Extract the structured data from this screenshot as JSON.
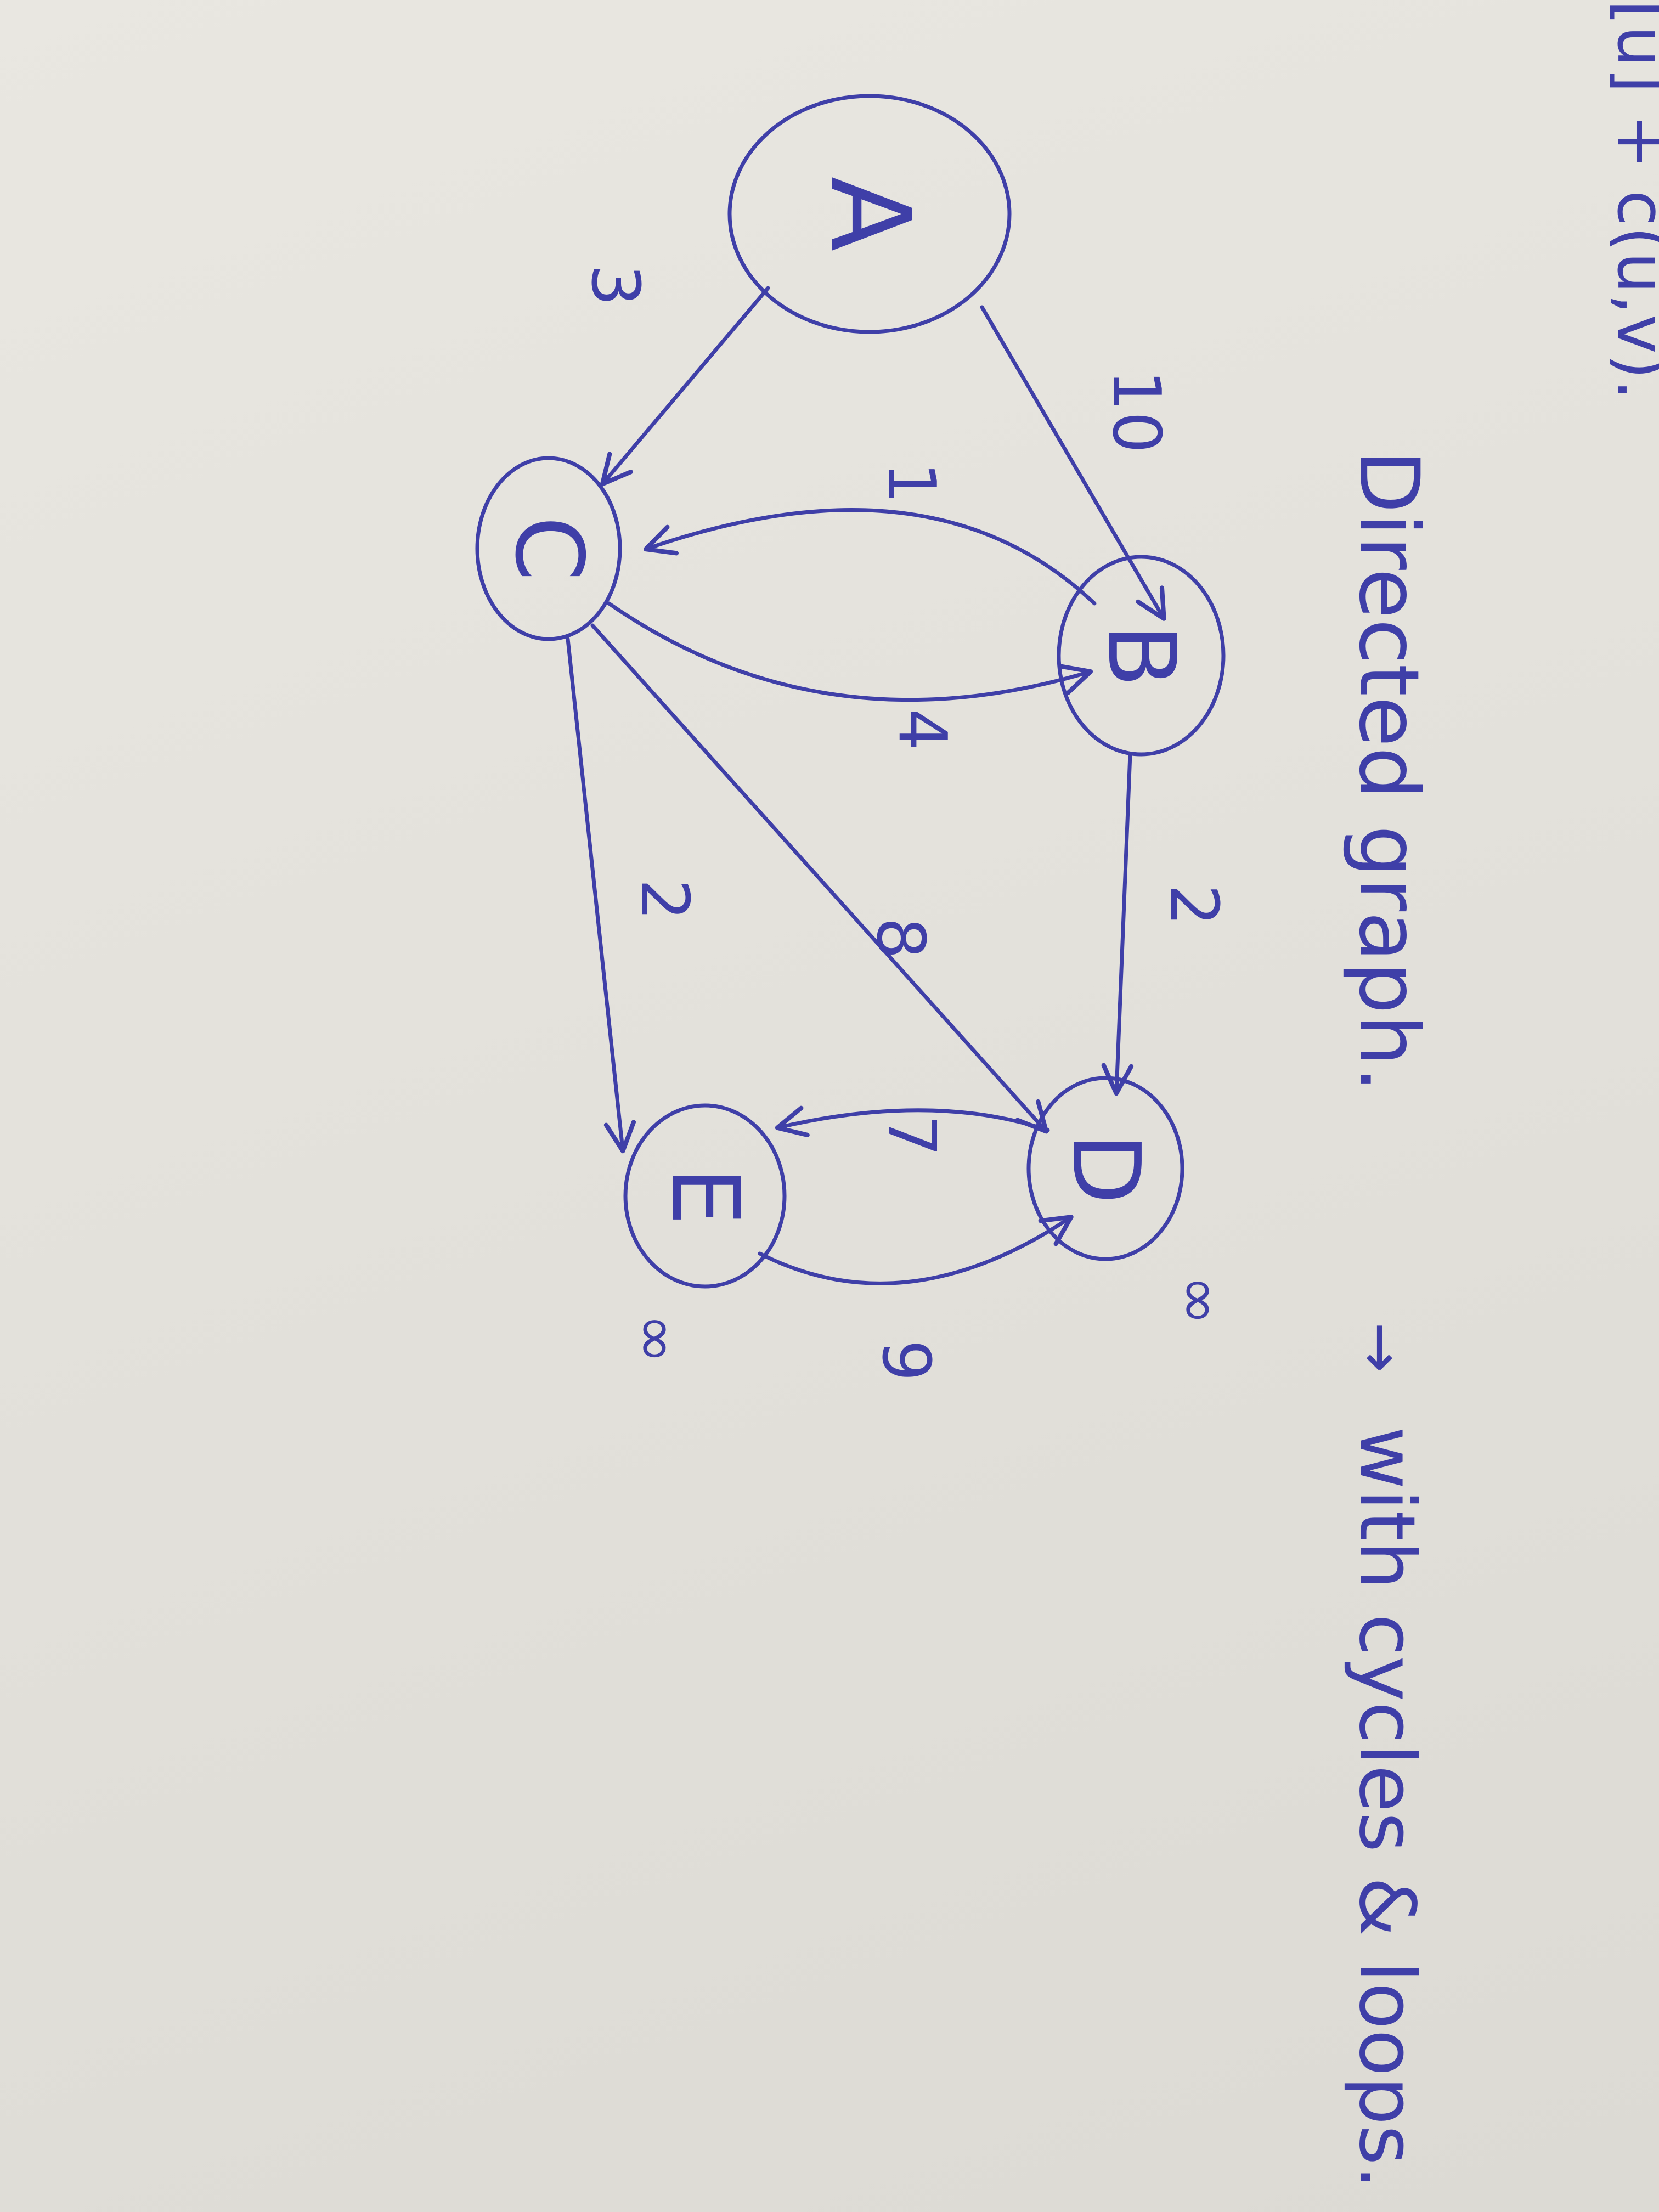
{
  "header_formula": "[u] + c(u,v).",
  "title": "Directed graph.",
  "arrow_glyph": "→",
  "note": "with cycles & loops.",
  "ink_color": "#3f3fa8",
  "paper_color": "#e4e2dc",
  "nodes": [
    {
      "id": "A",
      "label": "A"
    },
    {
      "id": "B",
      "label": "B"
    },
    {
      "id": "C",
      "label": "C"
    },
    {
      "id": "D",
      "label": "D"
    },
    {
      "id": "E",
      "label": "E"
    }
  ],
  "edges": [
    {
      "from": "A",
      "to": "B",
      "weight": "10"
    },
    {
      "from": "A",
      "to": "C",
      "weight": "3"
    },
    {
      "from": "B",
      "to": "C",
      "weight": "1"
    },
    {
      "from": "C",
      "to": "B",
      "weight": "4"
    },
    {
      "from": "B",
      "to": "D",
      "weight": "2"
    },
    {
      "from": "C",
      "to": "D",
      "weight": "8"
    },
    {
      "from": "C",
      "to": "E",
      "weight": "2"
    },
    {
      "from": "D",
      "to": "E",
      "weight": "7"
    },
    {
      "from": "E",
      "to": "D",
      "weight": "9"
    }
  ],
  "distance_marks": {
    "D": "∞",
    "E": "∞"
  }
}
